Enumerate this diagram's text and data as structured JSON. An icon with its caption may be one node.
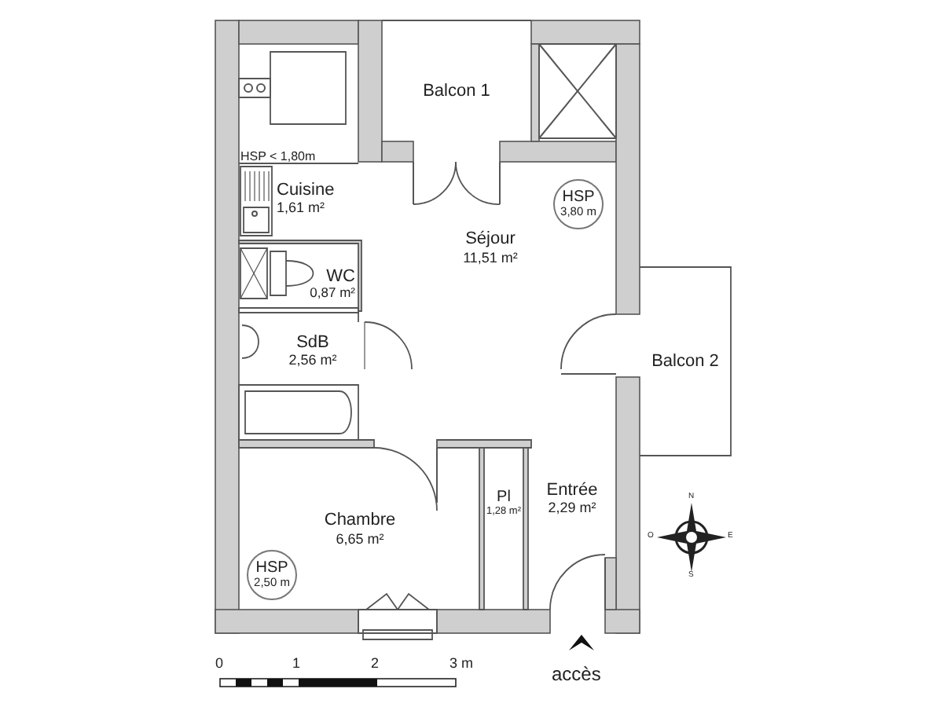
{
  "diagram": {
    "nodes": [
      {
        "text": [
          "Balcon 1"
        ]
      },
      {
        "text": [
          "Cuisine",
          "1,61 m²"
        ]
      },
      {
        "text": [
          "Séjour",
          "11,51 m²"
        ]
      },
      {
        "text": [
          "HSP",
          "3,80 m"
        ],
        "in": 2
      },
      {
        "text": [
          "WC",
          "0,87 m²"
        ]
      },
      {
        "text": [
          "SdB",
          "2,56 m²"
        ]
      },
      {
        "text": [
          "Balcon 2"
        ]
      },
      {
        "text": [
          "Chambre",
          "6,65 m²"
        ]
      },
      {
        "text": [
          "HSP",
          "2,50 m"
        ],
        "in": 7
      },
      {
        "text": [
          "Pl",
          "1,28 m²"
        ]
      },
      {
        "text": [
          "Entrée",
          "2,29 m²"
        ]
      }
    ],
    "edges": [],
    "labels": [
      "HSP < 1,80m",
      "0",
      "1",
      "2",
      "3 m",
      "accès",
      "N",
      "O",
      "E",
      "S"
    ]
  }
}
